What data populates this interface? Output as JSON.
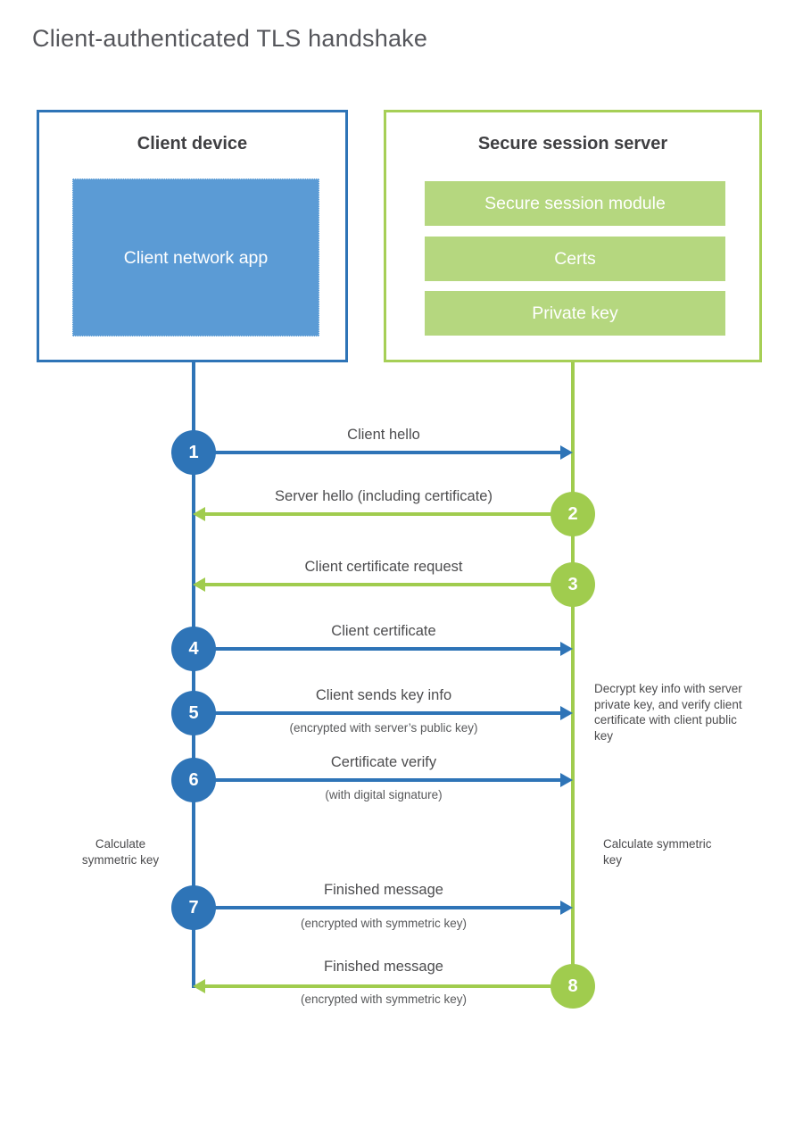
{
  "title": "Client-authenticated TLS handshake",
  "client": {
    "title": "Client device",
    "app_label": "Client network app"
  },
  "server": {
    "title": "Secure session server",
    "modules": [
      "Secure session module",
      "Certs",
      "Private key"
    ]
  },
  "steps": [
    {
      "num": "1",
      "label": "Client hello",
      "sublabel": "",
      "from": "client",
      "direction": "right"
    },
    {
      "num": "2",
      "label": "Server hello (including certificate)",
      "sublabel": "",
      "from": "server",
      "direction": "left"
    },
    {
      "num": "3",
      "label": "Client certificate request",
      "sublabel": "",
      "from": "server",
      "direction": "left"
    },
    {
      "num": "4",
      "label": "Client certificate",
      "sublabel": "",
      "from": "client",
      "direction": "right"
    },
    {
      "num": "5",
      "label": "Client sends key info",
      "sublabel": "(encrypted with server’s public key)",
      "from": "client",
      "direction": "right"
    },
    {
      "num": "6",
      "label": "Certificate verify",
      "sublabel": "(with digital signature)",
      "from": "client",
      "direction": "right"
    },
    {
      "num": "7",
      "label": "Finished message",
      "sublabel": "(encrypted with symmetric key)",
      "from": "client",
      "direction": "right"
    },
    {
      "num": "8",
      "label": "Finished message",
      "sublabel": "(encrypted with symmetric key)",
      "from": "server",
      "direction": "left"
    }
  ],
  "annotations": {
    "decrypt_note": "Decrypt key info with server private key, and verify client certificate with client public key",
    "client_calculate": "Calculate symmetric key",
    "server_calculate": "Calculate symmetric key"
  },
  "colors": {
    "blue": "#2e74b7",
    "light_blue": "#5b9bd5",
    "green": "#a0cc4e",
    "light_green": "#b5d77f"
  }
}
